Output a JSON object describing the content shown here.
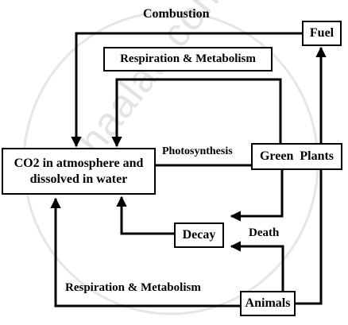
{
  "boxes": {
    "fuel": "Fuel",
    "respiration_top": "Respiration & Metabolism",
    "co2": "CO2 in atmosphere and dissolved in water",
    "green_plants": "Green  Plants",
    "decay": "Decay",
    "animals": "Animals"
  },
  "labels": {
    "combustion": "Combustion",
    "photosynthesis": "Photosynthesis",
    "death": "Death",
    "respiration_bottom": "Respiration & Metabolism"
  },
  "watermark": {
    "text": "shaalaa.com"
  }
}
